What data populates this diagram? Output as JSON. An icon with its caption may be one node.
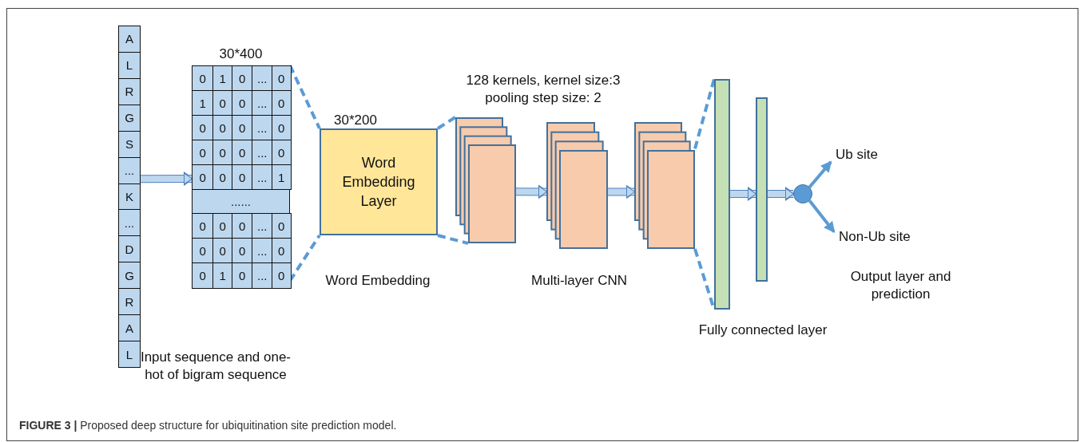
{
  "diagram": {
    "caption": "**FIGURE 3 |** Proposed deep structure for ubiquitination site prediction model.",
    "nodes": [
      {
        "text": [
          "A",
          "L",
          "R",
          "G",
          "S",
          "...",
          "K",
          "...",
          "D",
          "G",
          "R",
          "A",
          "L"
        ]
      },
      {
        "text": [
          "0",
          "1",
          "0",
          "...",
          "0",
          "1",
          "0",
          "0",
          "...",
          "0",
          "0",
          "0",
          "0",
          "...",
          "0",
          "0",
          "0",
          "0",
          "...",
          "0",
          "0",
          "0",
          "0",
          "...",
          "1",
          "......",
          "0",
          "0",
          "0",
          "...",
          "0",
          "0",
          "0",
          "0",
          "...",
          "0",
          "0",
          "1",
          "0",
          "...",
          "0"
        ],
        "beside": [
          "30*400"
        ]
      },
      {
        "text": [
          "Word Embedding Layer"
        ],
        "beside": [
          "30*200"
        ]
      },
      {
        "text": [],
        "shape": "box"
      },
      {
        "text": [],
        "shape": "box"
      },
      {
        "text": [],
        "shape": "box"
      },
      {
        "text": [],
        "shape": "bar"
      },
      {
        "text": [],
        "shape": "bar"
      },
      {
        "text": [],
        "shape": "circle"
      },
      {
        "text": [
          "Ub site"
        ]
      },
      {
        "text": [
          "Non-Ub site"
        ]
      }
    ],
    "edges": [
      {
        "from": 0,
        "to": 1,
        "arrow": "to",
        "style": "thick",
        "color": "#bdd7ee"
      },
      {
        "from": 1,
        "to": 2,
        "arrow": "none",
        "style": "dashed"
      },
      {
        "from": 1,
        "to": 2,
        "arrow": "none",
        "style": "dashed"
      },
      {
        "from": 2,
        "to": 3,
        "arrow": "none",
        "style": "dashed"
      },
      {
        "from": 2,
        "to": 3,
        "arrow": "none",
        "style": "dashed"
      },
      {
        "from": 3,
        "to": 4,
        "arrow": "to",
        "style": "thick",
        "color": "#bdd7ee"
      },
      {
        "from": 4,
        "to": 5,
        "arrow": "to",
        "style": "thick",
        "color": "#bdd7ee"
      },
      {
        "from": 5,
        "to": 6,
        "arrow": "none",
        "style": "dashed"
      },
      {
        "from": 5,
        "to": 6,
        "arrow": "none",
        "style": "dashed"
      },
      {
        "from": 6,
        "to": 7,
        "arrow": "to",
        "style": "thick",
        "color": "#bdd7ee"
      },
      {
        "from": 7,
        "to": 8,
        "arrow": "to",
        "style": "thick",
        "color": "#bdd7ee"
      },
      {
        "from": 8,
        "to": 9,
        "arrow": "to"
      },
      {
        "from": 8,
        "to": 10,
        "arrow": "to"
      }
    ],
    "labels": [
      "128 kernels, kernel size:3 pooling step size: 2",
      "Input sequence and one-hot of bigram sequence",
      "Word Embedding",
      "Multi-layer CNN",
      "Fully connected layer",
      "Output layer and prediction"
    ]
  }
}
